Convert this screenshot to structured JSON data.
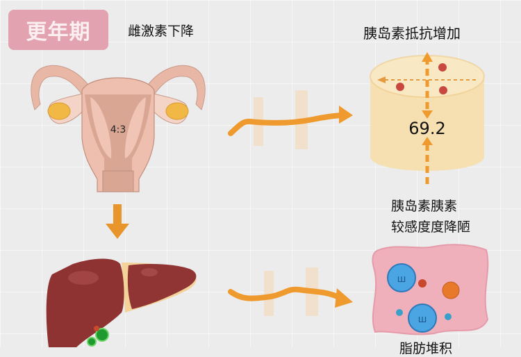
{
  "badge": {
    "label": "更年期"
  },
  "labels": {
    "estrogen": "雌激素下降",
    "insulin_resistance": "胰岛素抵抗增加",
    "sensitivity_line1": "胰岛素胰素",
    "sensitivity_line2": "较感度度降陋",
    "fat": "脂肪堆积"
  },
  "uterus": {
    "ratio": "4:3"
  },
  "cylinder": {
    "value": "69.2"
  },
  "colors": {
    "background": "#ececec",
    "badge": "#e3a2b0",
    "arrow": "#ef9a2e",
    "uterus": "#eebfae",
    "ovary": "#f2b845",
    "liver": "#8e3232",
    "cylinder": "#f6dfb0",
    "cell": "#efb0bc",
    "nucleus": "#4aa5e2"
  },
  "icons": {
    "uterus": "uterus-illustration",
    "liver": "liver-illustration",
    "cylinder": "fat-tissue-cylinder",
    "cell": "cell-illustration",
    "down_arrow": "arrow-down-icon",
    "wavy_arrow": "wavy-arrow-right-icon"
  }
}
